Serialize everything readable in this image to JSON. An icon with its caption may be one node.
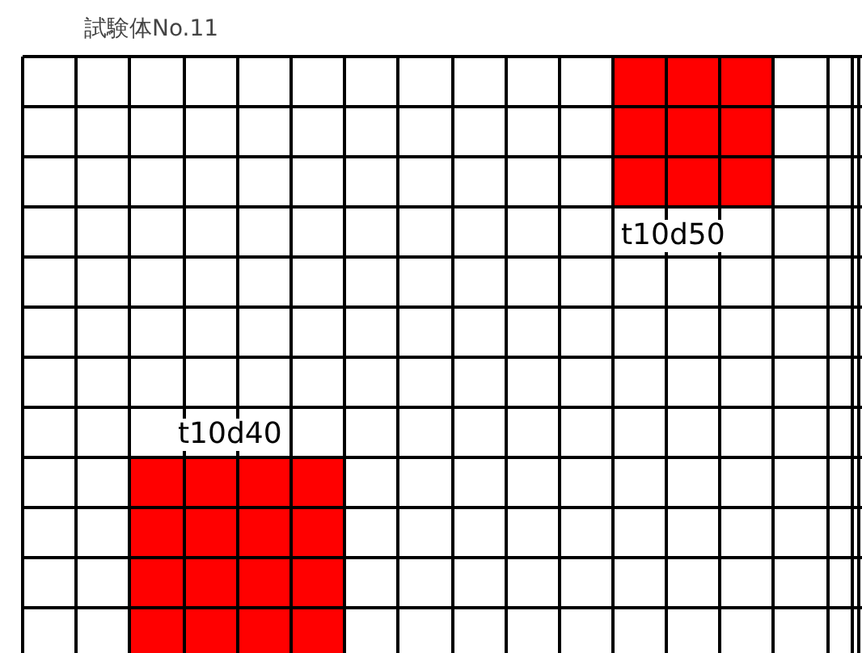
{
  "diagram": {
    "title": "試験体No.11",
    "labels": [
      "t10d50",
      "t10d40"
    ]
  }
}
